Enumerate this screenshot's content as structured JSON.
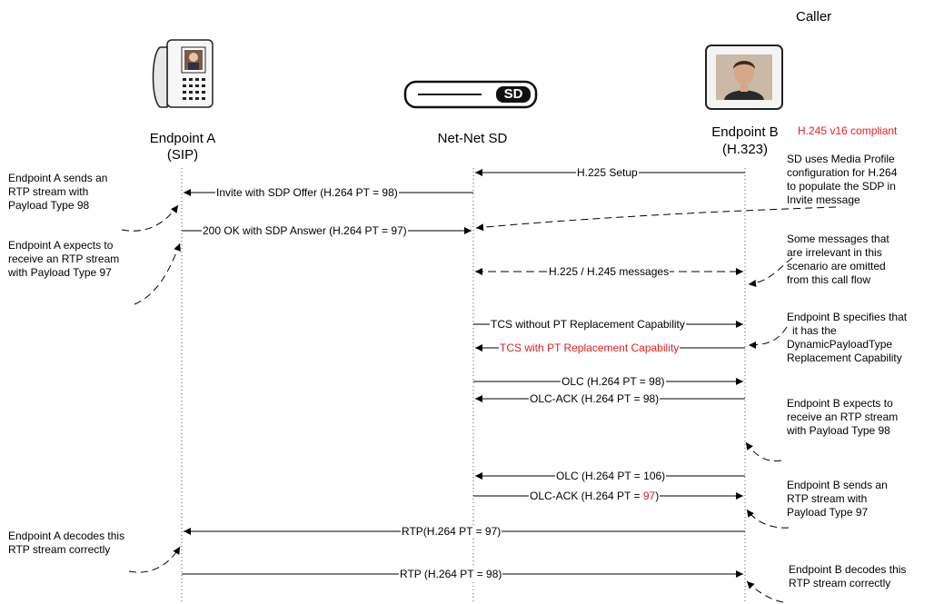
{
  "colors": {
    "line": "#000000",
    "lifeline": "#666666",
    "highlight": "#e02020"
  },
  "caller_label": "Caller",
  "participants": {
    "a": {
      "name": "Endpoint A",
      "protocol": "(SIP)",
      "icon": "ip-phone-icon"
    },
    "sd": {
      "name": "Net-Net SD",
      "icon": "session-director-icon",
      "badge": "SD"
    },
    "b": {
      "name": "Endpoint B",
      "protocol": "(H.323)",
      "icon": "video-endpoint-icon"
    }
  },
  "compliance_note": "H.245 v16 compliant",
  "messages": {
    "m1": "H.225 Setup",
    "m2": "Invite with SDP Offer (H.264 PT = 98)",
    "m3": "200 OK with SDP Answer (H.264 PT = 97)",
    "m4": "H.225 / H.245 messages",
    "m5": "TCS without PT Replacement Capability",
    "m6": "TCS with PT Replacement Capability",
    "m7": "OLC (H.264 PT = 98)",
    "m8": "OLC-ACK (H.264 PT = 98)",
    "m9": "OLC (H.264 PT = 106)",
    "m10a": "OLC-ACK (H.264 PT = ",
    "m10b": "97",
    "m10c": ")",
    "m11": "RTP(H.264 PT = 97)",
    "m12": "RTP (H.264 PT = 98)"
  },
  "notes": {
    "a1": [
      "Endpoint A sends an",
      "RTP stream with",
      "Payload Type 98"
    ],
    "a2": [
      "Endpoint A expects to",
      "receive an RTP stream",
      "with Payload Type 97"
    ],
    "a3": [
      "Endpoint A decodes this",
      "RTP stream correctly"
    ],
    "b1": [
      "SD uses Media Profile",
      "configuration for H.264",
      "to populate the SDP in",
      "Invite message"
    ],
    "b2": [
      "Some messages that",
      "are irrelevant in this",
      "scenario are omitted",
      "from this call flow"
    ],
    "b3": [
      "Endpoint B specifies that",
      "it has the",
      "DynamicPayloadType",
      "Replacement Capability"
    ],
    "b4": [
      "Endpoint B expects to",
      "receive an RTP stream",
      "with Payload Type 98"
    ],
    "b5": [
      "Endpoint B sends an",
      "RTP stream with",
      "Payload Type 97"
    ],
    "b6": [
      "Endpoint B decodes this",
      "RTP stream correctly"
    ]
  }
}
